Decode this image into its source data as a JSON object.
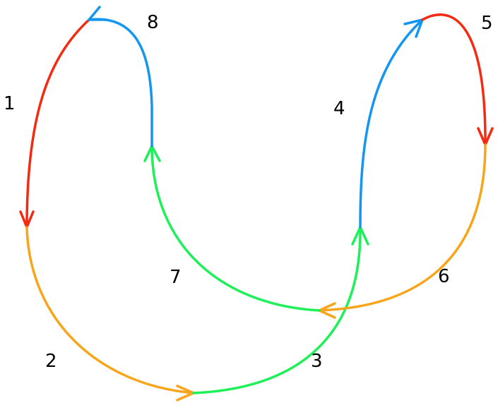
{
  "diagram": {
    "colors": {
      "red": "#f42a12",
      "orange": "#f7a51a",
      "green": "#1ef05a",
      "blue": "#1496f0"
    },
    "labels": [
      "1",
      "2",
      "3",
      "4",
      "5",
      "6",
      "7",
      "8"
    ],
    "segments": [
      {
        "label": "1",
        "color": "red",
        "arrow": "head-down"
      },
      {
        "label": "2",
        "color": "orange",
        "arrow": "head-right"
      },
      {
        "label": "3",
        "color": "green",
        "arrow": "head-up"
      },
      {
        "label": "4",
        "color": "blue",
        "arrow": "head-up-right"
      },
      {
        "label": "5",
        "color": "red",
        "arrow": "head-down"
      },
      {
        "label": "6",
        "color": "orange",
        "arrow": "head-left"
      },
      {
        "label": "7",
        "color": "green",
        "arrow": "head-up"
      },
      {
        "label": "8",
        "color": "blue",
        "arrow": "head-left"
      }
    ]
  }
}
